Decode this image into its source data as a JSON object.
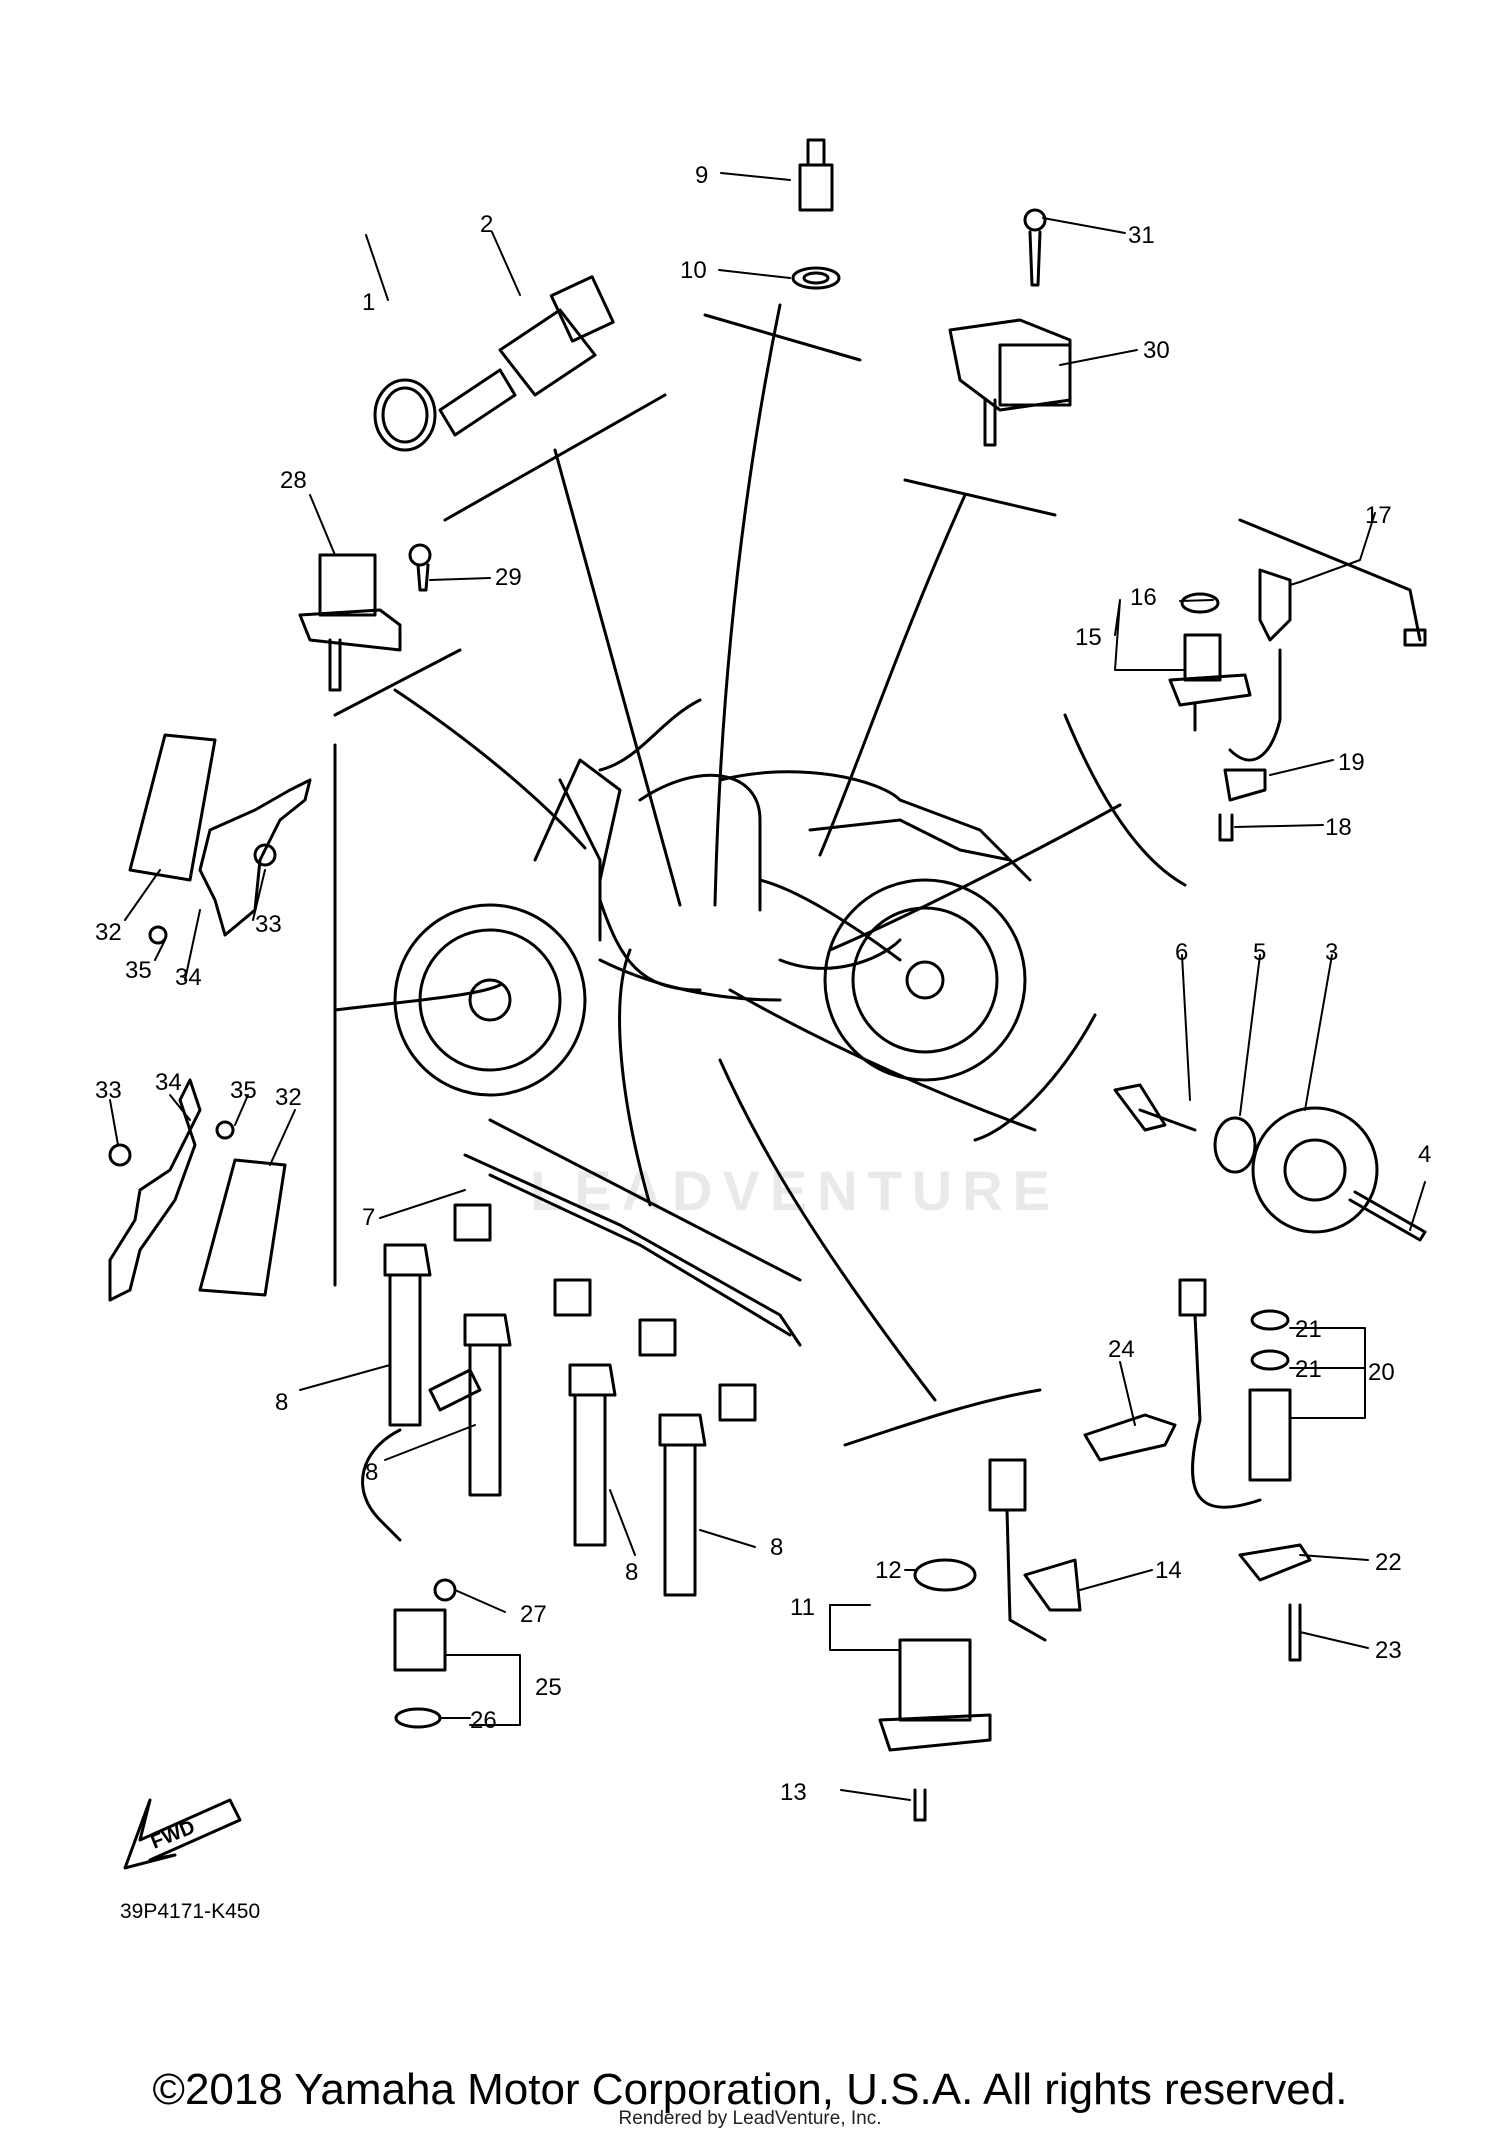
{
  "labels": [
    "1",
    "2",
    "3",
    "4",
    "5",
    "6",
    "7",
    "8",
    "8",
    "8",
    "8",
    "9",
    "10",
    "11",
    "12",
    "13",
    "14",
    "15",
    "16",
    "17",
    "18",
    "19",
    "20",
    "21",
    "21",
    "22",
    "23",
    "24",
    "25",
    "26",
    "27",
    "28",
    "29",
    "30",
    "31",
    "32",
    "32",
    "33",
    "33",
    "34",
    "34",
    "35",
    "35"
  ],
  "fwd_label": "FWD",
  "diagram_code": "39P4171-K450",
  "watermark": "LEADVENTURE",
  "copyright": "©2018 Yamaha Motor Corporation, U.S.A. All rights reserved.",
  "rendered_by": "Rendered by LeadVenture, Inc."
}
